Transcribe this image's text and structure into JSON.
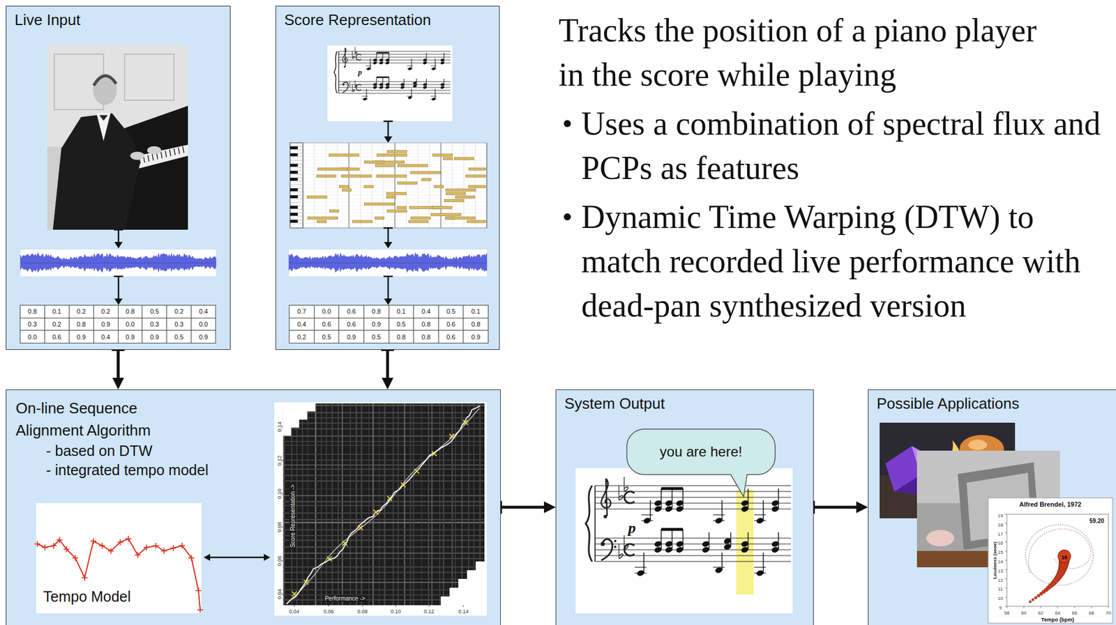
{
  "diagram": {
    "title": "Tracks the position of a piano player in the score while playing",
    "nodes": [
      {
        "text": [
          "Live Input"
        ]
      },
      {
        "text": [
          "Score Representation"
        ]
      },
      {
        "text": [
          "On-line Sequence Alignment Algorithm",
          "- based on DTW",
          "- integrated tempo model"
        ]
      },
      {
        "text": [
          "Tempo Model"
        ],
        "in": 2
      },
      {
        "text": [
          "System Output"
        ]
      },
      {
        "text": [
          "you are here!"
        ],
        "in": 4
      },
      {
        "text": [
          "Possible Applications"
        ]
      }
    ],
    "edges": [
      {
        "from": 0,
        "to": 2,
        "arrow": "to"
      },
      {
        "from": 1,
        "to": 2,
        "arrow": "to"
      },
      {
        "from": 2,
        "to": 4,
        "arrow": "to"
      },
      {
        "from": 4,
        "to": 6,
        "arrow": "to"
      }
    ],
    "labels": [
      "Uses a combination of spectral flux and PCPs as features",
      "Dynamic Time Warping (DTW) to match recorded live performance with dead-pan synthesized version",
      "0.8",
      "0.1",
      "0.2",
      "0.2",
      "0.8",
      "0.5",
      "0.2",
      "0.4",
      "0.3",
      "0.2",
      "0.8",
      "0.9",
      "0.0",
      "0.3",
      "0.3",
      "0.0",
      "0.0",
      "0.6",
      "0.9",
      "0.4",
      "0.9",
      "0.9",
      "0.5",
      "0.9",
      "0.7",
      "0.0",
      "0.6",
      "0.8",
      "0.1",
      "0.4",
      "0.5",
      "0.1",
      "0.4",
      "0.6",
      "0.6",
      "0.9",
      "0.5",
      "0.8",
      "0.6",
      "0.8",
      "0.2",
      "0.5",
      "0.9",
      "0.5",
      "0.8",
      "0.8",
      "0.6",
      "0.9",
      "p",
      "Score Representation ->",
      "Performance ->",
      "0.14",
      "0.12",
      "0.10",
      "0.08",
      "0.06",
      "0.04",
      "0.04",
      "0.06",
      "0.08",
      "0.10",
      "0.12",
      "0.14",
      "p",
      "Alfred Brendel, 1972",
      "59.20",
      "Loudness (sone)",
      "Tempo (bpm)",
      "16",
      "19",
      "18",
      "17",
      "16",
      "15",
      "14",
      "13",
      "12",
      "11",
      "10",
      "9",
      "58",
      "60",
      "62",
      "64",
      "66",
      "68",
      "70"
    ]
  }
}
